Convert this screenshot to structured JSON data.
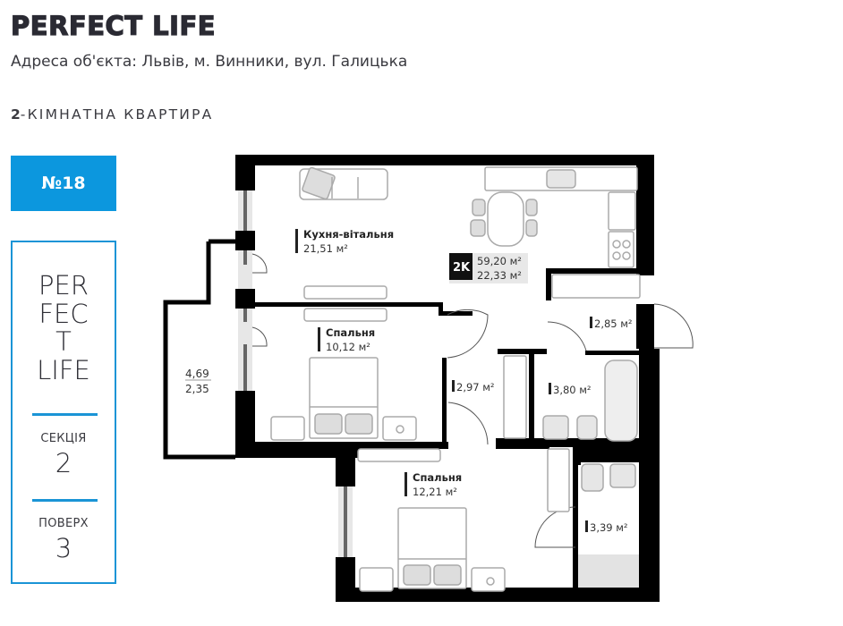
{
  "header": {
    "brand": "PERFECT LIFE",
    "address": "Адреса об'єкта: Львів, м. Винники, вул. Галицька",
    "rooms_count": "2",
    "apartment_type": "-КІМНАТНА КВАРТИРА"
  },
  "sidebar": {
    "apartment_number": "№18",
    "logo_lines": [
      "PER",
      "FEC",
      "T",
      "LIFE"
    ],
    "section_label": "СЕКЦІЯ",
    "section_value": "2",
    "floor_label": "ПОВЕРХ",
    "floor_value": "3"
  },
  "plan": {
    "type_badge": "2K",
    "total_area": "59,20 м²",
    "living_area": "22,33 м²",
    "rooms": [
      {
        "name": "Кухня-вітальня",
        "area": "21,51 м²"
      },
      {
        "name": "Спальня",
        "area": "10,12 м²"
      },
      {
        "name": "Спальня",
        "area": "12,21 м²"
      },
      {
        "name": "",
        "area": "2,97 м²"
      },
      {
        "name": "",
        "area": "2,85 м²"
      },
      {
        "name": "",
        "area": "3,80 м²"
      },
      {
        "name": "",
        "area": "3,39 м²"
      }
    ],
    "balcony": {
      "area_1": "4,69",
      "area_2": "2,35"
    }
  },
  "colors": {
    "accent_blue": "#0c97de",
    "wall": "#000000",
    "text": "#2b2b33",
    "furniture_fill": "#e6e6e6"
  }
}
